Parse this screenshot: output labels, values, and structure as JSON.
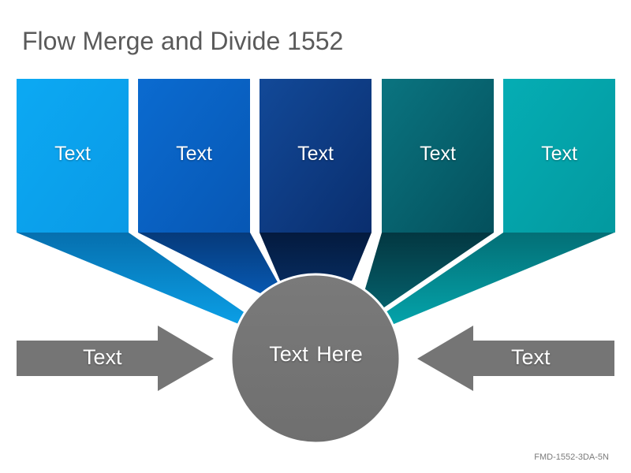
{
  "title": "Flow Merge and Divide 1552",
  "boxes": [
    {
      "label": "Text",
      "color": "#0aa6f0"
    },
    {
      "label": "Text",
      "color": "#0b62c4"
    },
    {
      "label": "Text",
      "color": "#0d3c85"
    },
    {
      "label": "Text",
      "color": "#075e6e"
    },
    {
      "label": "Text",
      "color": "#04a5ab"
    }
  ],
  "center": {
    "label": "Text Here",
    "color": "#767676"
  },
  "arrows": {
    "left": {
      "label": "Text",
      "direction": "right",
      "color": "#767676"
    },
    "right": {
      "label": "Text",
      "direction": "left",
      "color": "#767676"
    }
  },
  "footer_code": "FMD-1552-3DA-5N"
}
